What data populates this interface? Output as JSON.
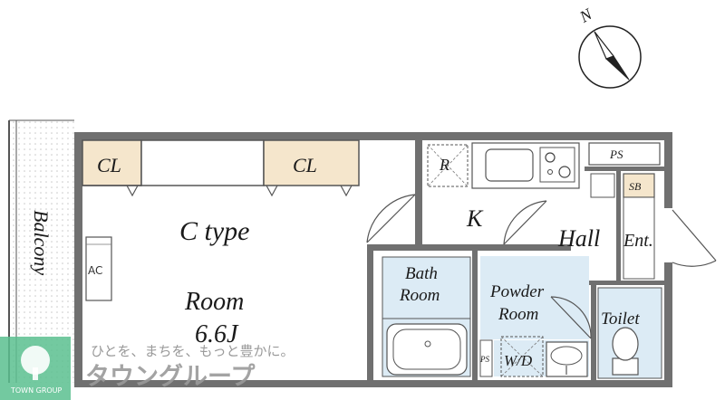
{
  "compass": {
    "north_label": "N"
  },
  "plan": {
    "type_label": "C type",
    "balcony": "Balcony",
    "ac": "AC",
    "room_label": "Room",
    "room_size": "6.6J",
    "closet_left": "CL",
    "closet_right": "CL",
    "fridge": "R",
    "kitchen": "K",
    "hall": "Hall",
    "entrance": "Ent.",
    "ps_top": "PS",
    "ps_small": "PS",
    "shoe_box": "SB",
    "bath_line1": "Bath",
    "bath_line2": "Room",
    "powder_line1": "Powder",
    "powder_line2": "Room",
    "washer": "W/D",
    "toilet": "Toilet"
  },
  "watermark": {
    "tagline": "ひとを、まちを、もっと豊かに。",
    "brand": "タウングループ",
    "logo_text": "TOWN GROUP"
  },
  "colors": {
    "wall": "#6f6f6f",
    "closet": "#f5e6cc",
    "wet_area": "#dcebf5",
    "watermark_green": "#5bbf8f",
    "watermark_gray": "#9a9a9a"
  }
}
